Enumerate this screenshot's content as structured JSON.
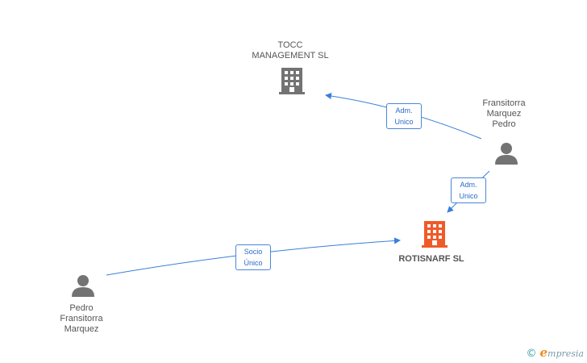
{
  "colors": {
    "company_gray": "#737373",
    "company_focus": "#f05a28",
    "person": "#737373",
    "edge": "#3a7fd8",
    "label_text": "#555555"
  },
  "nodes": {
    "tocc": {
      "label": "TOCC\nMANAGEMENT SL",
      "icon": "building-icon"
    },
    "rotisnarf": {
      "label": "ROTISNARF SL",
      "icon": "building-icon"
    },
    "fransitorra": {
      "label": "Fransitorra\nMarquez\nPedro",
      "icon": "person-icon"
    },
    "pedro": {
      "label": "Pedro\nFransitorra\nMarquez",
      "icon": "person-icon"
    }
  },
  "edges": {
    "e1": {
      "label": "Adm.\nUnico"
    },
    "e2": {
      "label": "Adm.\nUnico"
    },
    "e3": {
      "label": "Socio\nÚnico"
    }
  },
  "footer": {
    "copyright": "©",
    "brand_initial": "e",
    "brand_rest": "mpresia"
  }
}
